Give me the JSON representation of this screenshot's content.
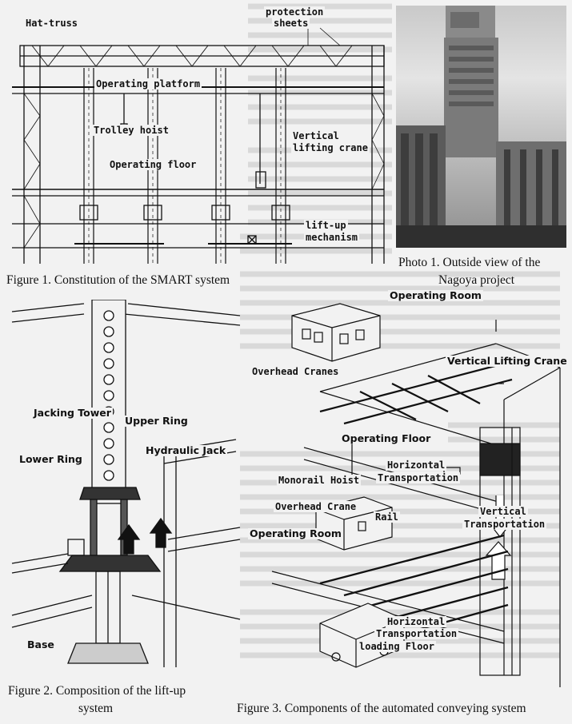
{
  "figure1": {
    "caption": "Figure 1. Constitution of the SMART system",
    "labels": {
      "hat_truss": "Hat-truss",
      "protection_sheets_1": "protection",
      "protection_sheets_2": "sheets",
      "operating_platform": "Operating platform",
      "trolley_hoist": "Trolley hoist",
      "vertical_lifting_crane_1": "Vertical",
      "vertical_lifting_crane_2": "lifting crane",
      "operating_floor": "Operating floor",
      "lift_up_mechanism_1": "lift-up",
      "lift_up_mechanism_2": "mechanism"
    }
  },
  "photo1": {
    "caption_line1": "Photo 1. Outside view of the",
    "caption_line2": "Nagoya project"
  },
  "figure2": {
    "caption_line1": "Figure 2. Composition of the lift-up",
    "caption_line2": "system",
    "labels": {
      "jacking_tower": "Jacking Tower",
      "upper_ring": "Upper Ring",
      "hydraulic_jack": "Hydraulic Jack",
      "lower_ring": "Lower Ring",
      "base": "Base"
    }
  },
  "figure3": {
    "caption": "Figure 3. Components of the automated conveying system",
    "labels": {
      "operating_room_top": "Operating Room",
      "overhead_cranes": "Overhead Cranes",
      "vertical_lifting_crane": "Vertical Lifting Crane",
      "operating_floor": "Operating Floor",
      "monorail_hoist": "Monorail Hoist",
      "horizontal_transportation_1": "Horizontal",
      "horizontal_transportation_1b": "Transportation",
      "vertical_transportation_1": "Vertical",
      "vertical_transportation_2": "Transportation",
      "overhead_crane": "Overhead Crane",
      "rail": "Rail",
      "operating_room_bottom": "Operating Room",
      "horizontal_transportation_2": "Horizontal",
      "horizontal_transportation_2b": "Transportation",
      "loading_floor": "loading Floor"
    }
  }
}
